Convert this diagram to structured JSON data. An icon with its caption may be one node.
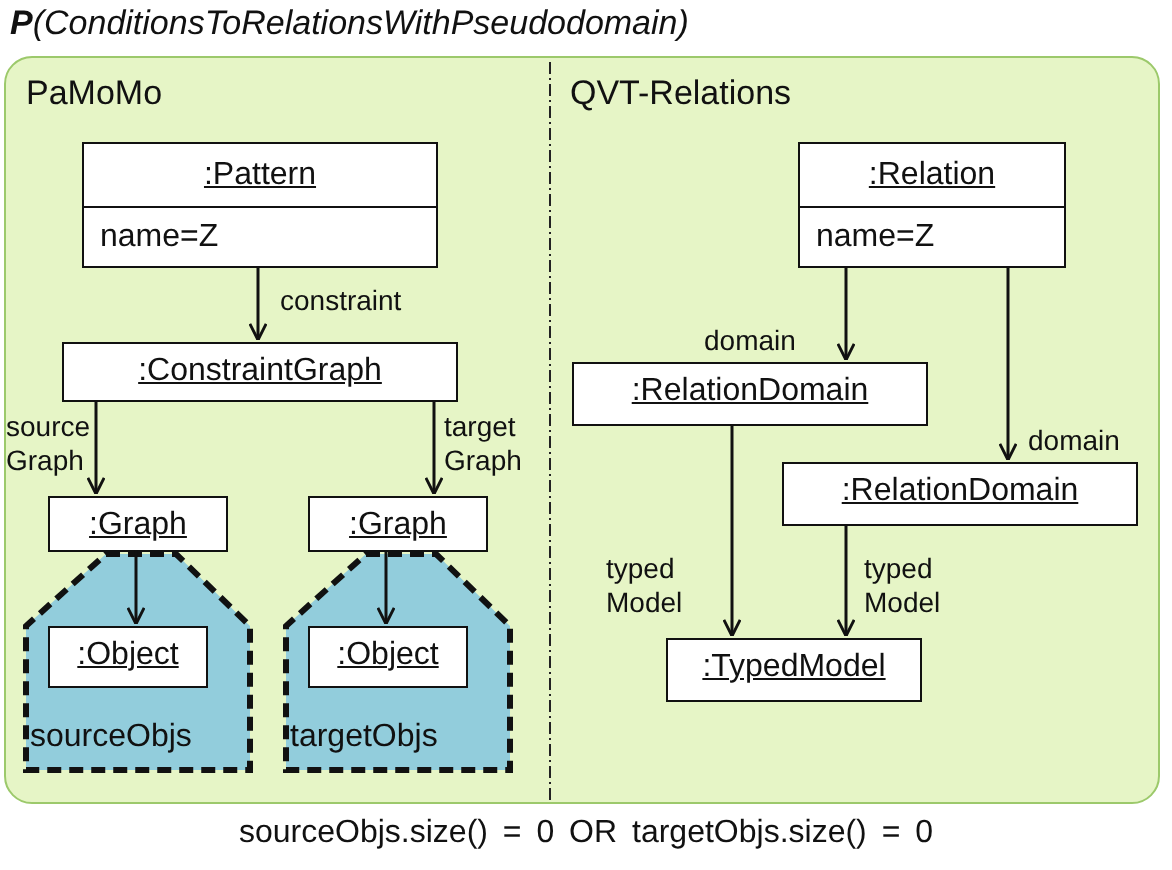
{
  "diagram": {
    "title": "**P**(ConditionsToRelationsWithPseudodomain)",
    "caption": "sourceObjs.size() = 0 OR targetObjs.size() = 0",
    "nodes": [
      {
        "text": [
          "PaMoMo",
          "QVT-Relations"
        ]
      },
      {
        "text": [
          ":Pattern",
          "name=Z"
        ],
        "in": 0
      },
      {
        "text": [
          ":ConstraintGraph"
        ],
        "in": 0
      },
      {
        "text": [
          ":Graph"
        ],
        "in": 0
      },
      {
        "text": [
          ":Graph"
        ],
        "in": 0
      },
      {
        "text": [
          "sourceObjs"
        ],
        "in": 0
      },
      {
        "text": [
          ":Object"
        ],
        "in": 5
      },
      {
        "text": [
          "targetObjs"
        ],
        "in": 0
      },
      {
        "text": [
          ":Object"
        ],
        "in": 7
      },
      {
        "text": [
          ":Relation",
          "name=Z"
        ],
        "in": 0
      },
      {
        "text": [
          ":RelationDomain"
        ],
        "in": 0
      },
      {
        "text": [
          ":RelationDomain"
        ],
        "in": 0
      },
      {
        "text": [
          ":TypedModel"
        ],
        "in": 0
      }
    ],
    "edges": [
      {
        "from": 1,
        "to": 2,
        "arrow": "to",
        "label": "constraint"
      },
      {
        "from": 2,
        "to": 3,
        "arrow": "to",
        "label": "source Graph"
      },
      {
        "from": 2,
        "to": 4,
        "arrow": "to",
        "label": "target Graph"
      },
      {
        "from": 3,
        "to": 6,
        "arrow": "to"
      },
      {
        "from": 4,
        "to": 8,
        "arrow": "to"
      },
      {
        "from": 9,
        "to": 10,
        "arrow": "to",
        "label": "domain"
      },
      {
        "from": 9,
        "to": 11,
        "arrow": "to",
        "label": "domain"
      },
      {
        "from": 10,
        "to": 12,
        "arrow": "to",
        "label": "typed Model"
      },
      {
        "from": 11,
        "to": 12,
        "arrow": "to",
        "label": "typed Model"
      }
    ]
  }
}
